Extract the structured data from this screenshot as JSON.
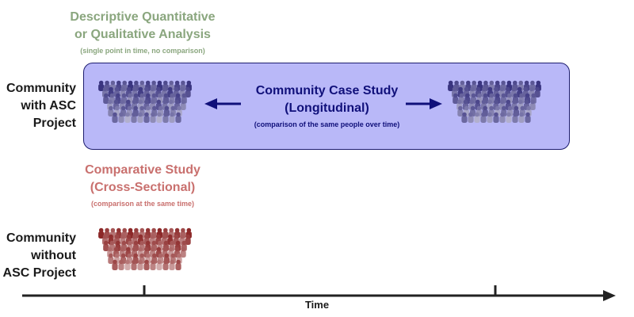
{
  "rows": {
    "with_project": [
      "Community",
      "with ASC",
      "Project"
    ],
    "without_project": [
      "Community",
      "without",
      "ASC Project"
    ]
  },
  "descriptive": {
    "title_line1": "Descriptive Quantitative",
    "title_line2": "or Qualitative Analysis",
    "subtitle": "(single point in time, no comparison)",
    "color": "#8aa67e"
  },
  "case_study": {
    "title_line1": "Community Case Study",
    "title_line2": "(Longitudinal)",
    "subtitle": "(comparison of the same people over time)",
    "color": "#10107a",
    "box_color": "#b9b8f8"
  },
  "comparative": {
    "title_line1": "Comparative Study",
    "title_line2": "(Cross-Sectional)",
    "subtitle": "(comparison at the same time)",
    "color": "#c9706e"
  },
  "timeline": {
    "label": "Time"
  },
  "crowd_colors": {
    "with_project": "#3a3580",
    "without_project": "#8c2828"
  }
}
